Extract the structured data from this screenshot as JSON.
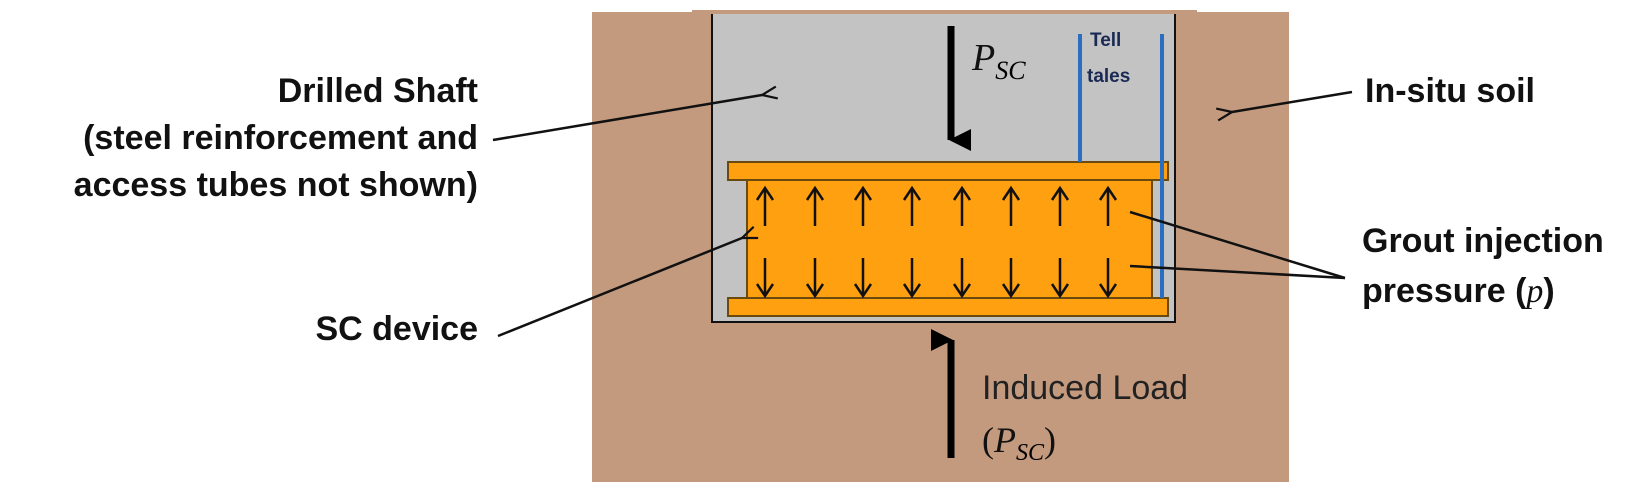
{
  "labels": {
    "drilled_shaft": [
      "Drilled Shaft",
      "(steel reinforcement and",
      "access tubes not shown)"
    ],
    "in_situ_soil": "In-situ soil",
    "sc_device": "SC device",
    "grout_pressure": [
      "Grout injection",
      "pressure ("
    ],
    "grout_symbol": "p",
    "grout_close": ")",
    "tell_tales": [
      "Tell",
      "tales"
    ],
    "top_load": {
      "main": "P",
      "sub": "SC"
    },
    "induced_load": {
      "text": "Induced Load",
      "open": "(",
      "main": "P",
      "sub": "SC",
      "close": ")"
    }
  },
  "colors": {
    "soil": "#c49a7e",
    "shaft": "#c3c3c3",
    "device": "#ffa010",
    "device_outline": "#6b4a10",
    "tell_tale": "#2a6ec2",
    "line": "#111111"
  },
  "icons": [
    "up-arrow-icon",
    "down-arrow-icon",
    "leader-arrow-icon"
  ]
}
